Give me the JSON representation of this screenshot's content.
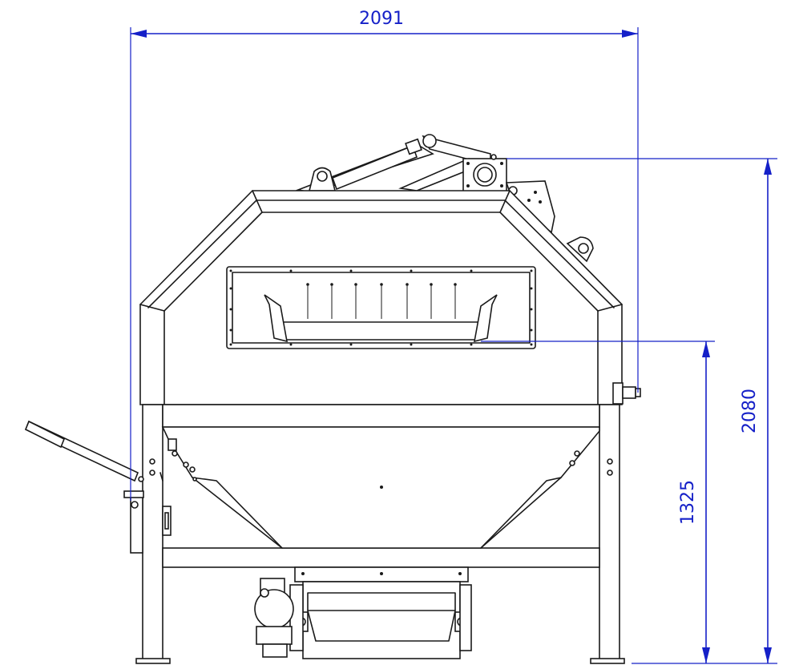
{
  "colors": {
    "dimension": "#1520c8",
    "line": "#1a1a1a",
    "background": "#ffffff"
  },
  "dimensions": {
    "overall_width": "2091",
    "overall_height": "2080",
    "window_height": "1325"
  }
}
